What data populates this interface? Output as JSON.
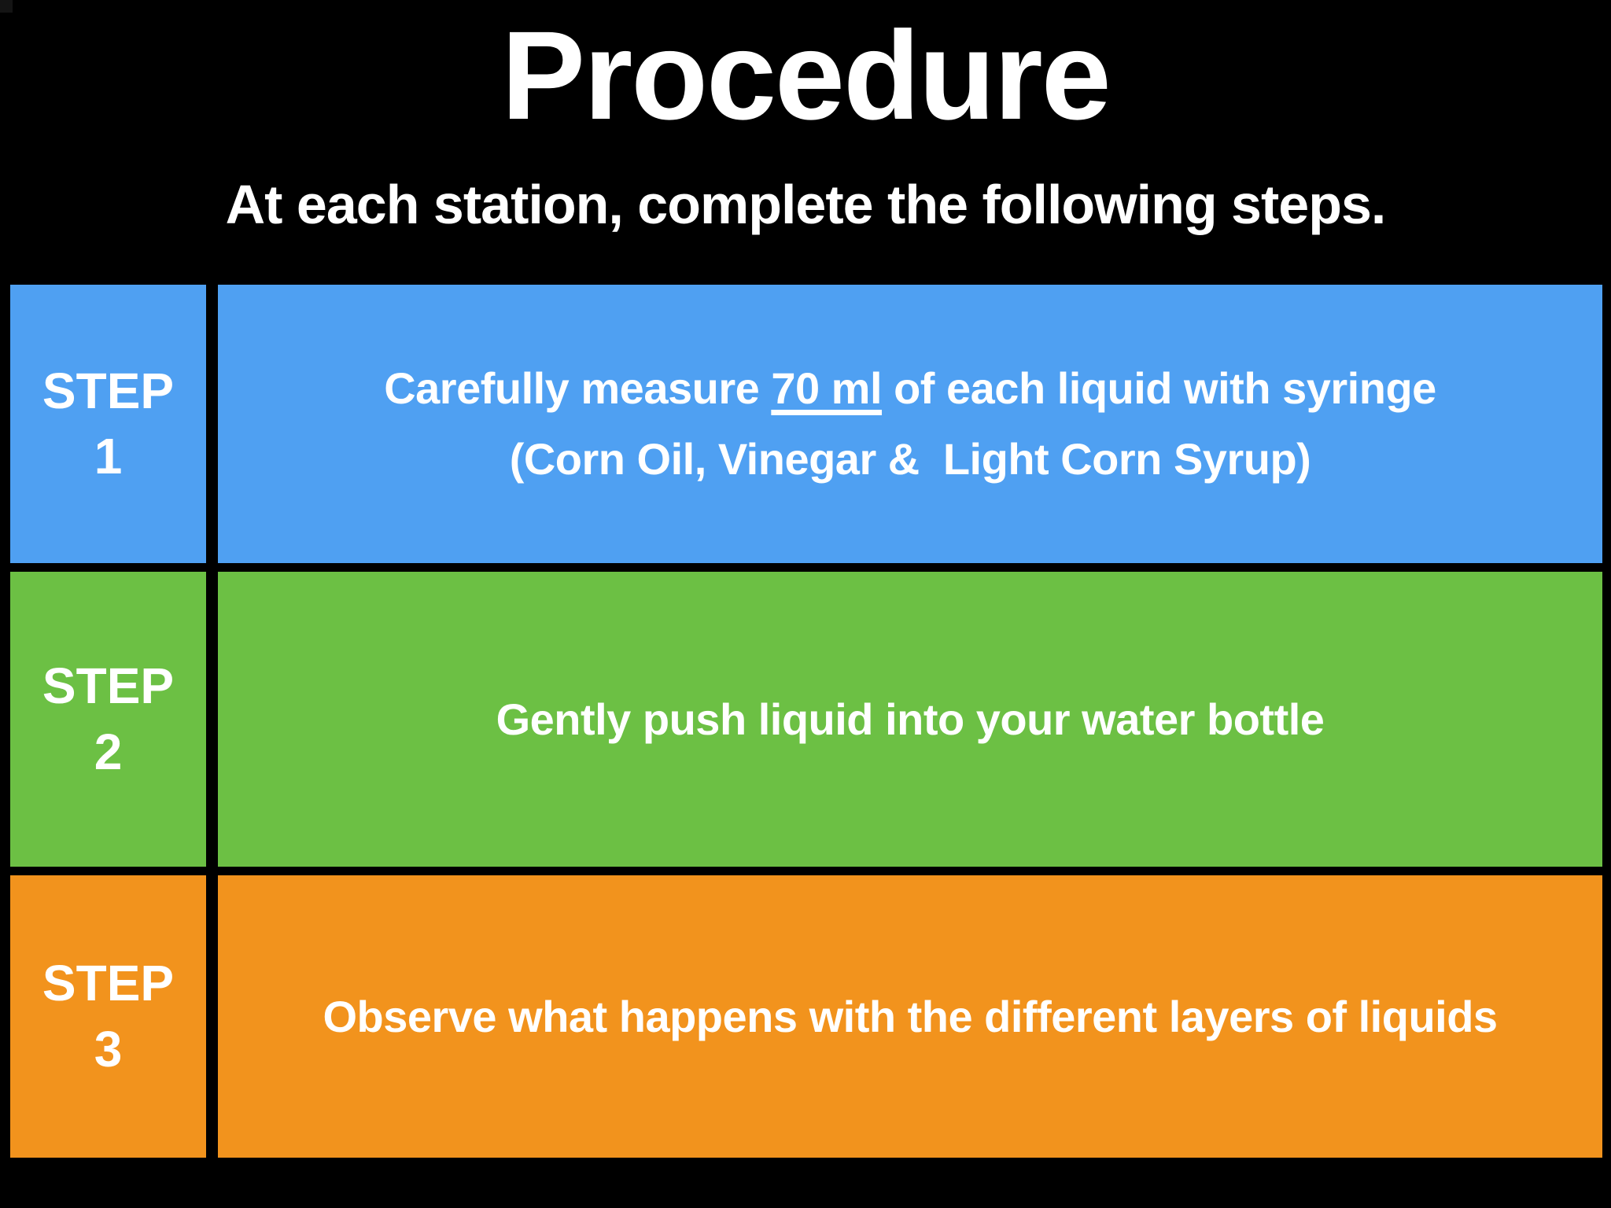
{
  "title": "Procedure",
  "subtitle": "At each station, complete the following steps.",
  "colors": {
    "background": "#000000",
    "text": "#ffffff",
    "step1_blue": "#4FA0F2",
    "step2_green": "#6CC044",
    "step3_orange": "#F2931D"
  },
  "steps": [
    {
      "label": "STEP",
      "number": "1",
      "color": "#4FA0F2",
      "line1_prefix": "Carefully measure ",
      "line1_underline": "70 ml",
      "line1_suffix": " of each liquid with syringe",
      "line2": "(Corn Oil, Vinegar &  Light Corn Syrup)"
    },
    {
      "label": "STEP",
      "number": "2",
      "color": "#6CC044",
      "text": "Gently push liquid into your water bottle"
    },
    {
      "label": "STEP",
      "number": "3",
      "color": "#F2931D",
      "text": "Observe what happens with the different layers of liquids"
    }
  ]
}
